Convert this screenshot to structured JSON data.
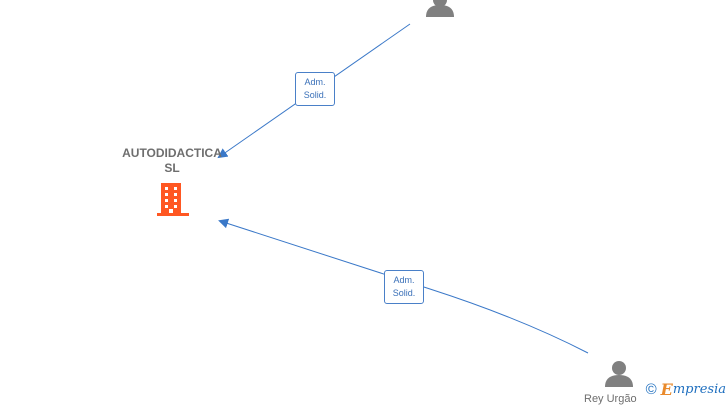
{
  "company": {
    "name_line1": "AUTODIDACTICA",
    "name_line2": "SL",
    "icon": "building-icon",
    "color": "#ff5722"
  },
  "edges": [
    {
      "line1": "Adm.",
      "line2": "Solid."
    },
    {
      "line1": "Adm.",
      "line2": "Solid."
    }
  ],
  "persons": [
    {
      "icon": "person-icon",
      "name": ""
    },
    {
      "icon": "person-icon",
      "name": "Rey Urgão"
    }
  ],
  "colors": {
    "edge": "#3a78c8",
    "person_icon": "#808080",
    "label_text": "#6e6e6e"
  },
  "brand": {
    "copyright": "©",
    "initial": "E",
    "rest": "mpresia"
  }
}
